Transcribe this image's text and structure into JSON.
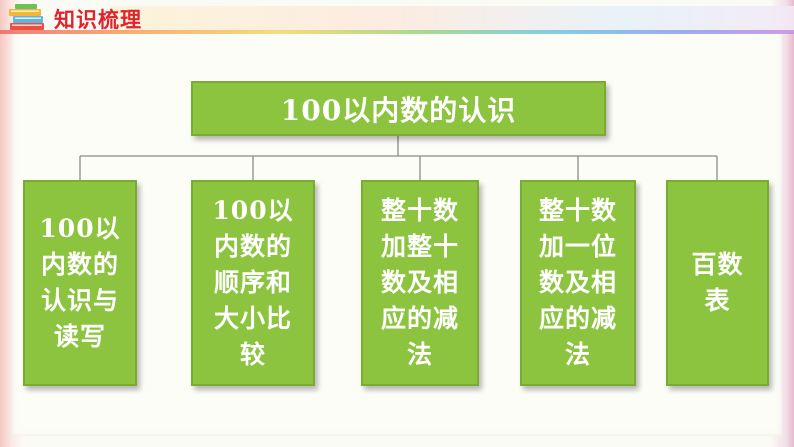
{
  "header": {
    "title": "知识梳理",
    "icon": "books-icon"
  },
  "diagram": {
    "root": "100以内数的认识",
    "children": [
      {
        "label": "100以\n内数的\n认识与\n读写"
      },
      {
        "label": "100以\n内数的\n顺序和\n大小比\n较"
      },
      {
        "label": "整十数\n加整十\n数及相\n应的减\n法"
      },
      {
        "label": "整十数\n加一位\n数及相\n应的减\n法"
      },
      {
        "label": "百数\n表"
      }
    ]
  },
  "colors": {
    "box_fill": "#8cc43f",
    "box_text": "#ffffff",
    "title_text": "#e0242e",
    "connector": "#8a8a8a"
  }
}
